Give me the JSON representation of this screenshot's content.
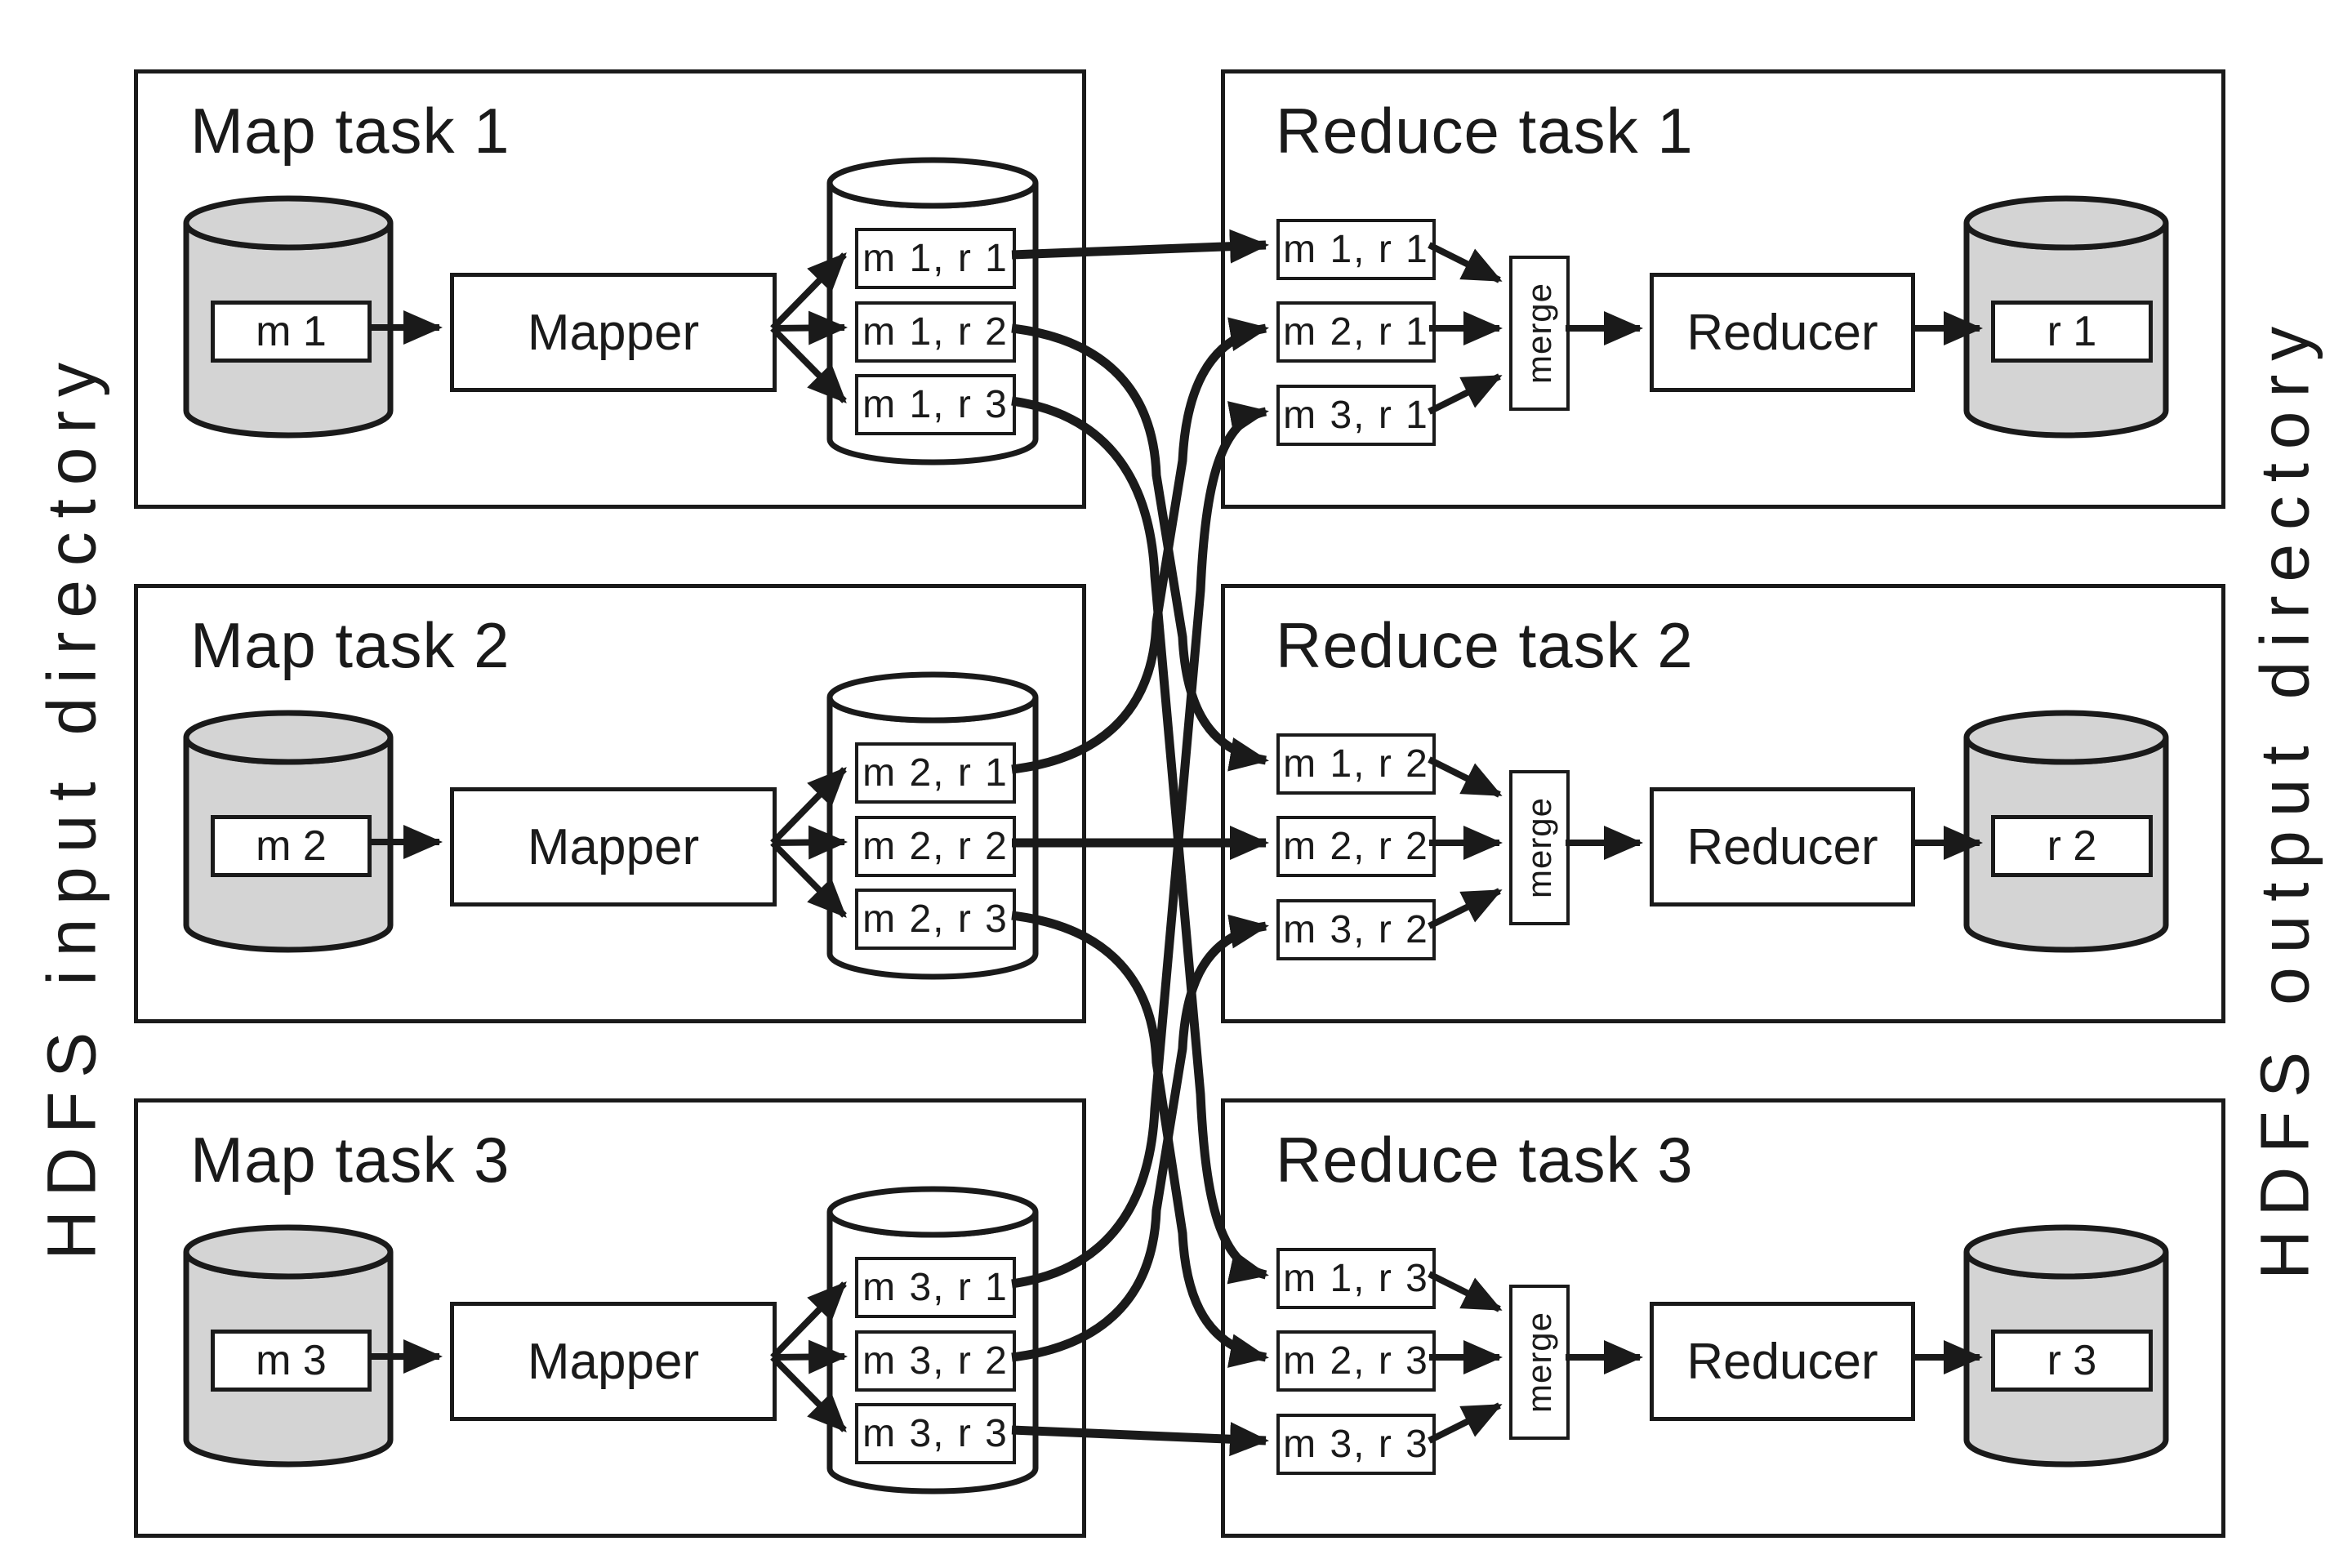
{
  "hdfs": {
    "input_label": "HDFS input directory",
    "output_label": "HDFS output directory"
  },
  "map_tasks": [
    {
      "title": "Map task 1",
      "input_file": "m 1",
      "processor": "Mapper",
      "outputs": [
        "m 1, r 1",
        "m 1, r 2",
        "m 1, r 3"
      ]
    },
    {
      "title": "Map task 2",
      "input_file": "m 2",
      "processor": "Mapper",
      "outputs": [
        "m 2, r 1",
        "m 2, r 2",
        "m 2, r 3"
      ]
    },
    {
      "title": "Map task 3",
      "input_file": "m 3",
      "processor": "Mapper",
      "outputs": [
        "m 3, r 1",
        "m 3, r 2",
        "m 3, r 3"
      ]
    }
  ],
  "reduce_tasks": [
    {
      "title": "Reduce task 1",
      "inputs": [
        "m 1, r 1",
        "m 2, r 1",
        "m 3, r 1"
      ],
      "merge_label": "merge",
      "processor": "Reducer",
      "output_file": "r 1"
    },
    {
      "title": "Reduce task 2",
      "inputs": [
        "m 1, r 2",
        "m 2, r 2",
        "m 3, r 2"
      ],
      "merge_label": "merge",
      "processor": "Reducer",
      "output_file": "r 2"
    },
    {
      "title": "Reduce task 3",
      "inputs": [
        "m 1, r 3",
        "m 2, r 3",
        "m 3, r 3"
      ],
      "merge_label": "merge",
      "processor": "Reducer",
      "output_file": "r 3"
    }
  ],
  "shuffle_connections": [
    {
      "partition": "m 1, r 1",
      "from": "Map task 1",
      "to": "Reduce task 1"
    },
    {
      "partition": "m 1, r 2",
      "from": "Map task 1",
      "to": "Reduce task 2"
    },
    {
      "partition": "m 1, r 3",
      "from": "Map task 1",
      "to": "Reduce task 3"
    },
    {
      "partition": "m 2, r 1",
      "from": "Map task 2",
      "to": "Reduce task 1"
    },
    {
      "partition": "m 2, r 2",
      "from": "Map task 2",
      "to": "Reduce task 2"
    },
    {
      "partition": "m 2, r 3",
      "from": "Map task 2",
      "to": "Reduce task 3"
    },
    {
      "partition": "m 3, r 1",
      "from": "Map task 3",
      "to": "Reduce task 1"
    },
    {
      "partition": "m 3, r 2",
      "from": "Map task 3",
      "to": "Reduce task 2"
    },
    {
      "partition": "m 3, r 3",
      "from": "Map task 3",
      "to": "Reduce task 3"
    }
  ],
  "colors": {
    "stroke": "#1a1a1a",
    "cylinder_gray": "#d4d4d4",
    "box_white": "#ffffff",
    "background": "#ffffff"
  }
}
